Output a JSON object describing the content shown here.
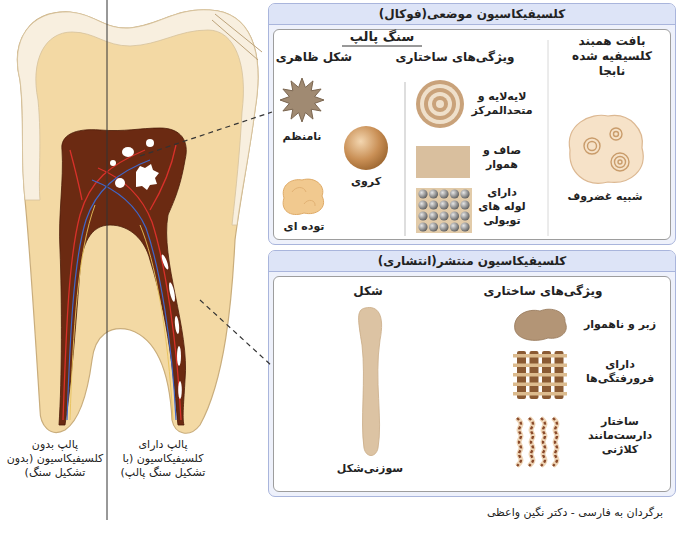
{
  "diagram": {
    "caption": "برگردان به فارسی - دکتر نگین واعظی",
    "nodes": [
      {
        "text": [
          "کلسیفیکاسیون موضعی(فوکال)"
        ]
      },
      {
        "text": [
          "کلسیفیکاسیون منتشر(انتشاری)"
        ]
      }
    ],
    "labels": [
      "سنگ پالپ",
      "بافت همبند کلسیفیه شده نابجا",
      "ویژگی‌های ساختاری",
      "شکل ظاهری",
      "لایه‌لایه و متحدالمرکز",
      "نامنظم",
      "کروی",
      "شبیه غضروف",
      "صاف و هموار",
      "دارای لوله های توبولی",
      "توده ای",
      "ویژگی‌های ساختاری",
      "شکل",
      "زبر و ناهموار",
      "دارای فرورفتگی‌ها",
      "ساختار دارست‌مانند کلاژنی",
      "سوزنی‌شکل",
      "پالپ بدون کلسیفیکاسیون (بدون تشکیل سنگ)",
      "پالپ دارای کلسیفیکاسیون (با تشکیل سنگ پالپ)"
    ]
  }
}
